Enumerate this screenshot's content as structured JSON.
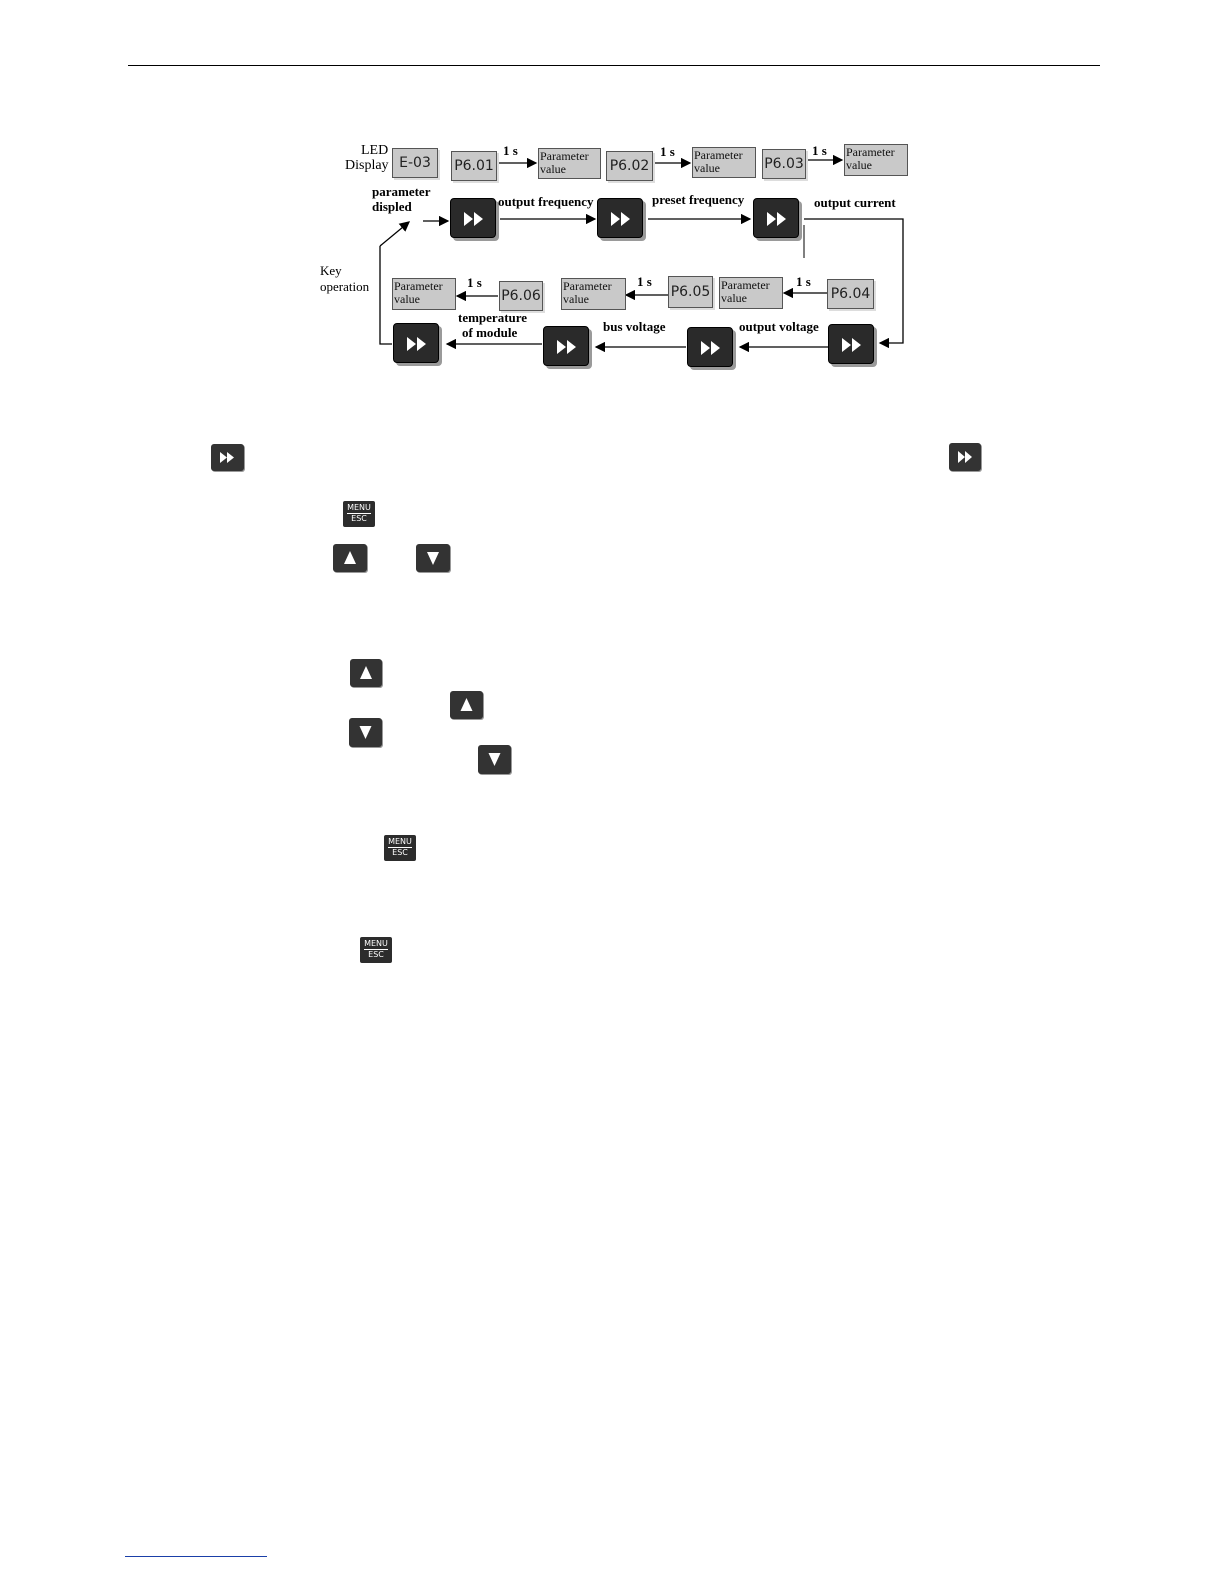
{
  "diagram": {
    "led_display_label": "LED",
    "led_display_label2": "Display",
    "error_code": "E-03",
    "param_codes": [
      "P6.01",
      "P6.02",
      "P6.03",
      "P6.04",
      "P6.05",
      "P6.06"
    ],
    "param_value_line1": "Parameter",
    "param_value_line2": "value",
    "interval": "1 s",
    "parameter_displayed_line1": "parameter",
    "parameter_displayed_line2": "displed",
    "key_operation_line1": "Key",
    "key_operation_line2": "operation",
    "stage_labels": {
      "output_frequency": "output frequency",
      "preset_frequency": "preset frequency",
      "output_current": "output current",
      "output_voltage": "output voltage",
      "bus_voltage": "bus voltage",
      "temperature_line1": "temperature",
      "temperature_line2": "of module"
    }
  },
  "keys": {
    "menu_top": "MENU",
    "menu_bottom": "ESC"
  },
  "icons": {
    "shift": "fast-forward-key-icon",
    "up": "up-arrow-key-icon",
    "down": "down-arrow-key-icon",
    "menu": "menu-esc-key-icon"
  }
}
